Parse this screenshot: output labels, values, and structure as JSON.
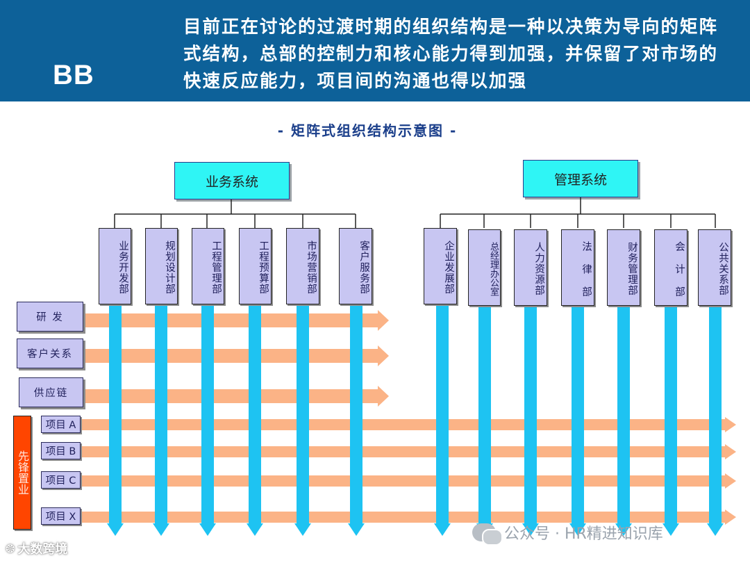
{
  "header": {
    "label": "BB",
    "text": "目前正在讨论的过渡时期的组织结构是一种以决策为导向的矩阵式结构，总部的控制力和核心能力得到加强，并保留了对市场的快速反应能力，项目间的沟通也得以加强"
  },
  "diagram": {
    "title": "- 矩阵式组织结构示意图 -",
    "business_system": {
      "label": "业务系统",
      "departments": [
        "业务开发部",
        "规划设计部",
        "工程管理部",
        "工程预算部",
        "市场营销部",
        "客户服务部"
      ]
    },
    "management_system": {
      "label": "管理系统",
      "departments": [
        "企业发展部",
        "总经理办公室",
        "人力资源部",
        "法 律 部",
        "财务管理部",
        "会 计 部",
        "公共关系部"
      ]
    },
    "process_rows": [
      "研 发",
      "客户关系",
      "供应链"
    ],
    "pioneer_label": "先锋置业",
    "projects": [
      "项目 A",
      "项目 B",
      "项目 C",
      "项目 X"
    ],
    "colors": {
      "header_bg": "#0d6199",
      "system_box": "#2ff5f5",
      "department_box": "#c8c6f2",
      "column_arrow": "#1ec3f2",
      "row_arrow": "#fbb386",
      "pioneer": "#ff4500"
    }
  },
  "watermark": {
    "text": "公众号 · HR精进知识库",
    "icon": "wechat-icon"
  },
  "corner_logo": {
    "text": "大数跨境",
    "icon": "logo-mark-icon"
  }
}
